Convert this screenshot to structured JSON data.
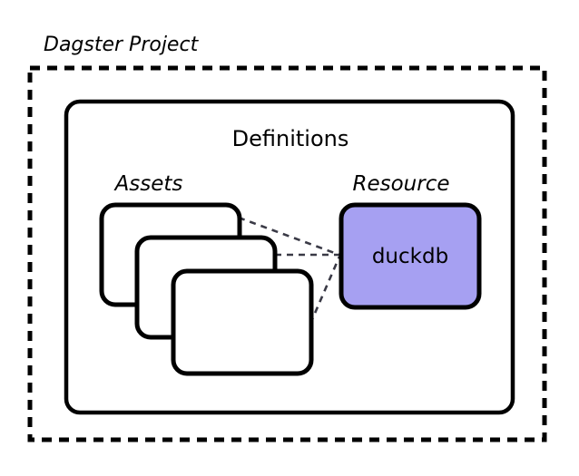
{
  "diagram": {
    "title": "Dagster Project",
    "containers": [
      {
        "id": "dagster-project",
        "label": "Dagster Project",
        "border_style": "dashed",
        "border_color": "#000000",
        "fill": "#ffffff"
      },
      {
        "id": "definitions",
        "label": "Definitions",
        "border_style": "solid",
        "border_color": "#000000",
        "fill": "#ffffff"
      }
    ],
    "groups": [
      {
        "id": "assets",
        "label": "Assets"
      },
      {
        "id": "resource",
        "label": "Resource"
      }
    ],
    "assets": {
      "label": "Assets",
      "cards": [
        {
          "id": "asset-card-1",
          "label": ""
        },
        {
          "id": "asset-card-2",
          "label": ""
        },
        {
          "id": "asset-card-3",
          "label": ""
        }
      ],
      "card_fill": "#ffffff",
      "card_border_color": "#000000"
    },
    "resource": {
      "label": "Resource",
      "node": {
        "id": "duckdb-node",
        "label": "duckdb",
        "fill": "#a6a0f2",
        "border_color": "#000000",
        "text_color": "#000000"
      }
    },
    "connections": [
      {
        "from": "asset-card-1",
        "to": "duckdb-node",
        "style": "dashed"
      },
      {
        "from": "asset-card-2",
        "to": "duckdb-node",
        "style": "dashed"
      },
      {
        "from": "asset-card-3",
        "to": "duckdb-node",
        "style": "dashed"
      }
    ],
    "colors": {
      "stroke": "#000000",
      "background": "#ffffff",
      "resource_fill": "#a6a0f2",
      "connector": "#3a3a46"
    }
  }
}
